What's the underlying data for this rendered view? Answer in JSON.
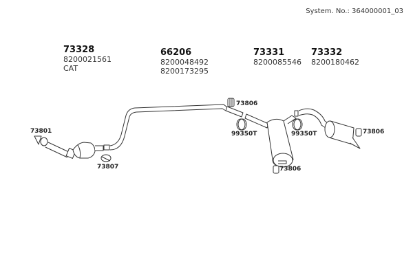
{
  "header": {
    "system_number": "System. No.: 364000001_03"
  },
  "groups": [
    {
      "part_number": "73328",
      "oem_numbers": [
        "8200021561"
      ],
      "note": "CAT"
    },
    {
      "part_number": "66206",
      "oem_numbers": [
        "8200048492",
        "8200173295"
      ]
    },
    {
      "part_number": "73331",
      "oem_numbers": [
        "8200085546"
      ]
    },
    {
      "part_number": "73332",
      "oem_numbers": [
        "8200180462"
      ]
    }
  ],
  "callouts": {
    "gasket_front": "73801",
    "clamp_front": "73807",
    "hanger_mid": "73806",
    "clamp_mid": "99350T",
    "clamp_rear": "99350T",
    "hanger_center": "73806",
    "hanger_rear": "73806"
  },
  "colors": {
    "line": "#333333",
    "fill": "#ffffff",
    "shade": "#dddddd"
  }
}
